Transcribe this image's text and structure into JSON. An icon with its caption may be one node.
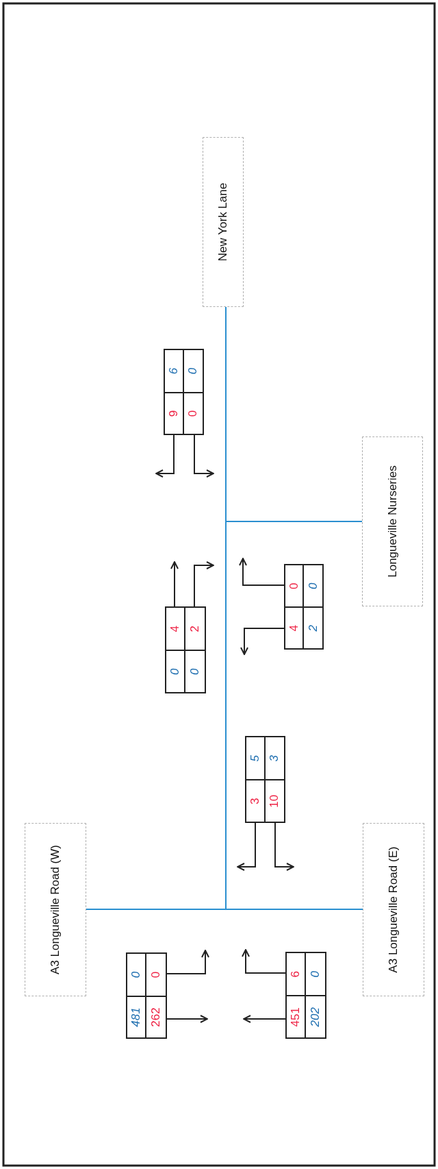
{
  "diagram": {
    "nodes": [
      {
        "text": [
          "A3 Longueville Road (W)"
        ]
      },
      {
        "text": [
          "A3 Longueville Road (E)"
        ]
      },
      {
        "text": [
          "New York Lane"
        ]
      },
      {
        "text": [
          "Longueville Nurseries"
        ]
      },
      {
        "text": [
          "481",
          "0",
          "262",
          "0"
        ]
      },
      {
        "text": [
          "451",
          "6",
          "202",
          "0"
        ]
      },
      {
        "text": [
          "3",
          "5",
          "10",
          "3"
        ]
      },
      {
        "text": [
          "0",
          "4",
          "0",
          "2"
        ]
      },
      {
        "text": [
          "4",
          "0",
          "2",
          "0"
        ]
      },
      {
        "text": [
          "9",
          "6",
          "0",
          "0"
        ]
      }
    ],
    "edges": [
      {
        "from": 0,
        "to": 1,
        "arrow": "none",
        "color": "#2a8fd0"
      },
      {
        "from": 0,
        "to": 2,
        "arrow": "none",
        "color": "#2a8fd0"
      },
      {
        "from": 1,
        "to": 2,
        "arrow": "none",
        "color": "#2a8fd0"
      },
      {
        "from": 2,
        "to": 3,
        "arrow": "none",
        "color": "#2a8fd0"
      },
      {
        "from": 0,
        "to": 3,
        "arrow": "none",
        "color": "#2a8fd0"
      },
      {
        "from": 1,
        "to": 3,
        "arrow": "none",
        "color": "#2a8fd0"
      },
      {
        "from": 4,
        "to": null,
        "arrow": "to"
      },
      {
        "from": 4,
        "to": null,
        "arrow": "to"
      },
      {
        "from": 5,
        "to": null,
        "arrow": "to"
      },
      {
        "from": 5,
        "to": null,
        "arrow": "to"
      },
      {
        "from": 6,
        "to": null,
        "arrow": "to"
      },
      {
        "from": 6,
        "to": null,
        "arrow": "to"
      },
      {
        "from": 7,
        "to": null,
        "arrow": "to"
      },
      {
        "from": 7,
        "to": null,
        "arrow": "to"
      },
      {
        "from": 8,
        "to": null,
        "arrow": "to"
      },
      {
        "from": 8,
        "to": null,
        "arrow": "to"
      },
      {
        "from": 9,
        "to": null,
        "arrow": "to"
      },
      {
        "from": 9,
        "to": null,
        "arrow": "to"
      }
    ]
  }
}
